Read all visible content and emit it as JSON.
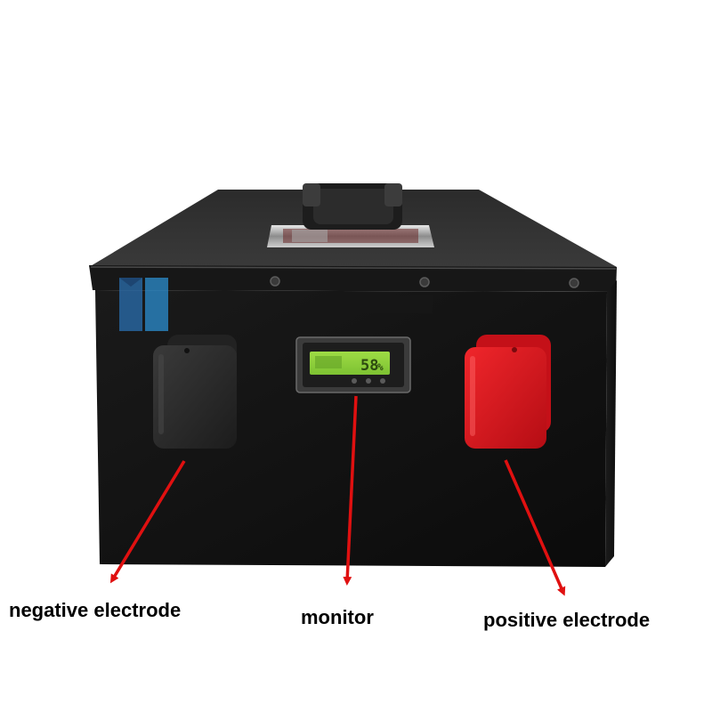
{
  "image": {
    "subject": "battery-box",
    "colors": {
      "case": "#131313",
      "negative_cap": "#2a2a2a",
      "positive_cap": "#d4141c",
      "lcd": "#8fd13a",
      "arrow": "#e01010"
    }
  },
  "display": {
    "reading": "58",
    "unit": "%"
  },
  "labels": {
    "negative": "negative electrode",
    "monitor": "monitor",
    "positive": "positive electrode"
  }
}
